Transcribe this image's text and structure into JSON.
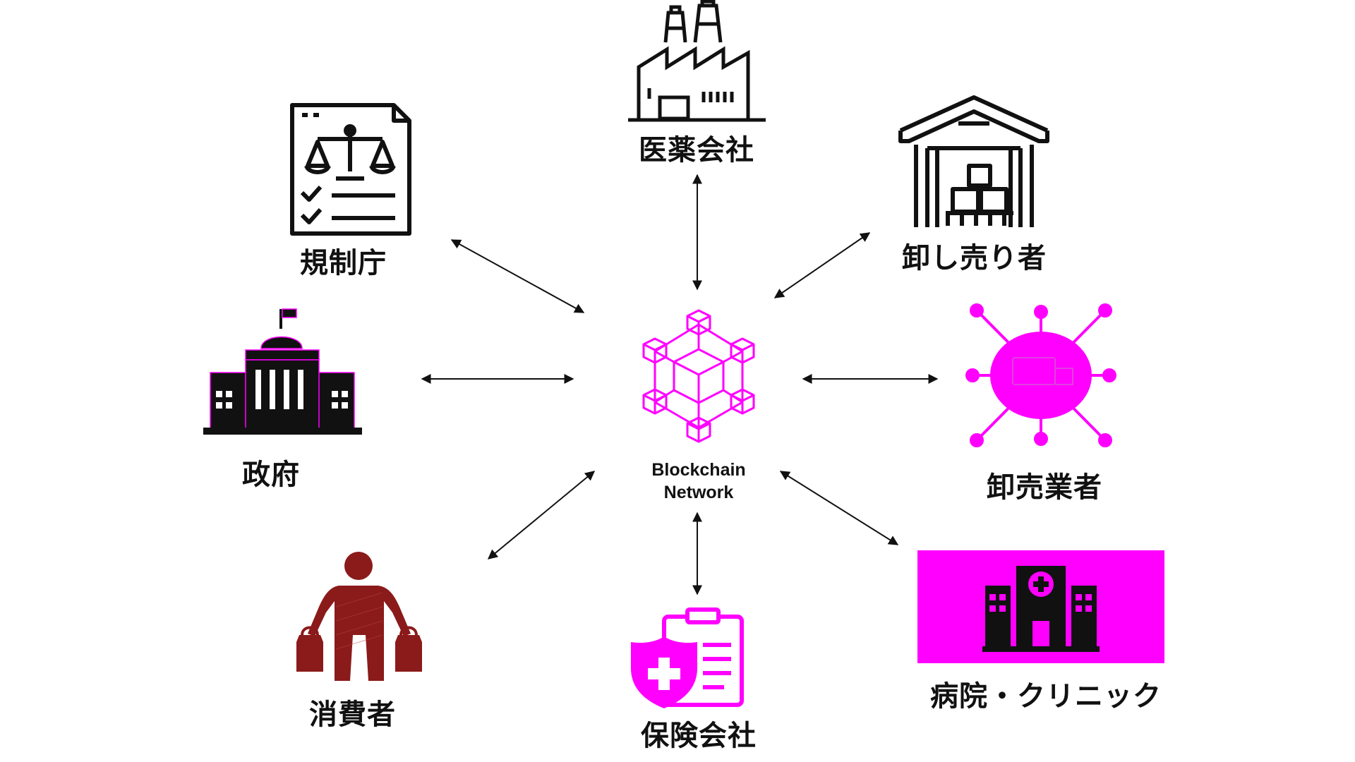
{
  "center": {
    "line1": "Blockchain",
    "line2": "Network"
  },
  "nodes": {
    "pharma": "医薬会社",
    "distributor": "卸し売り者",
    "wholesaler": "卸売業者",
    "hospital": "病院・クリニック",
    "insurance": "保険会社",
    "consumer": "消費者",
    "government": "政府",
    "regulator": "規制庁"
  },
  "colors": {
    "magenta": "#ff00ff",
    "black": "#111111",
    "maroon": "#8b1a1a"
  },
  "icons": {
    "center": "blockchain-cube-network-icon",
    "pharma": "factory-icon",
    "distributor": "warehouse-icon",
    "wholesaler": "virus-cell-network-icon",
    "hospital": "hospital-building-icon",
    "insurance": "shield-clipboard-icon",
    "consumer": "shopper-with-bags-icon",
    "government": "government-building-icon",
    "regulator": "legal-document-scales-icon"
  }
}
